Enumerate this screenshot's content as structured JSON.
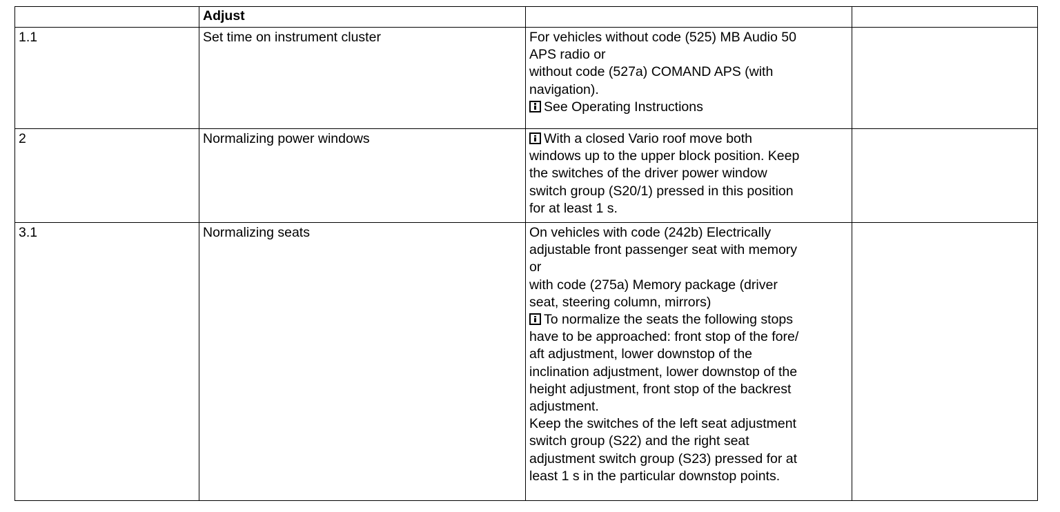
{
  "document": {
    "type": "procedure-table",
    "columns": [
      "",
      "Adjust",
      "",
      ""
    ]
  },
  "table": {
    "header": {
      "col1": "",
      "col2": "Adjust",
      "col3": "",
      "col4": ""
    },
    "rows": [
      {
        "number": "1.1",
        "task": "Set time on instrument cluster",
        "description": "For vehicles without code (525) MB Audio 50\nAPS radio or\nwithout code (527a) COMAND APS (with\nnavigation).",
        "note": "See Operating Instructions",
        "note_icon": "info-icon",
        "notes": ""
      },
      {
        "number": "2",
        "task": "Normalizing power windows",
        "description": "",
        "note": "With a closed Vario roof move both\nwindows up to the upper block position. Keep\nthe switches of the driver power window\nswitch group (S20/1) pressed in this position\nfor at least 1 s.",
        "note_icon": "info-icon",
        "notes": ""
      },
      {
        "number": "3.1",
        "task": "Normalizing seats",
        "description": "On vehicles with code (242b) Electrically\nadjustable front passenger seat with memory\nor\nwith code (275a) Memory package (driver\nseat, steering column, mirrors)",
        "note": "To normalize the seats the following stops\nhave to be approached: front stop of the fore/\naft adjustment, lower downstop of the\ninclination adjustment, lower downstop of the\nheight adjustment, front stop of the backrest\nadjustment.\nKeep the switches of the left seat adjustment\nswitch group (S22) and the right seat\nadjustment switch group (S23) pressed for at\nleast 1 s in the particular downstop points.",
        "note_icon": "info-icon",
        "notes": ""
      }
    ]
  },
  "colors": {
    "background": "#ffffff",
    "text": "#000000",
    "border": "#000000"
  }
}
